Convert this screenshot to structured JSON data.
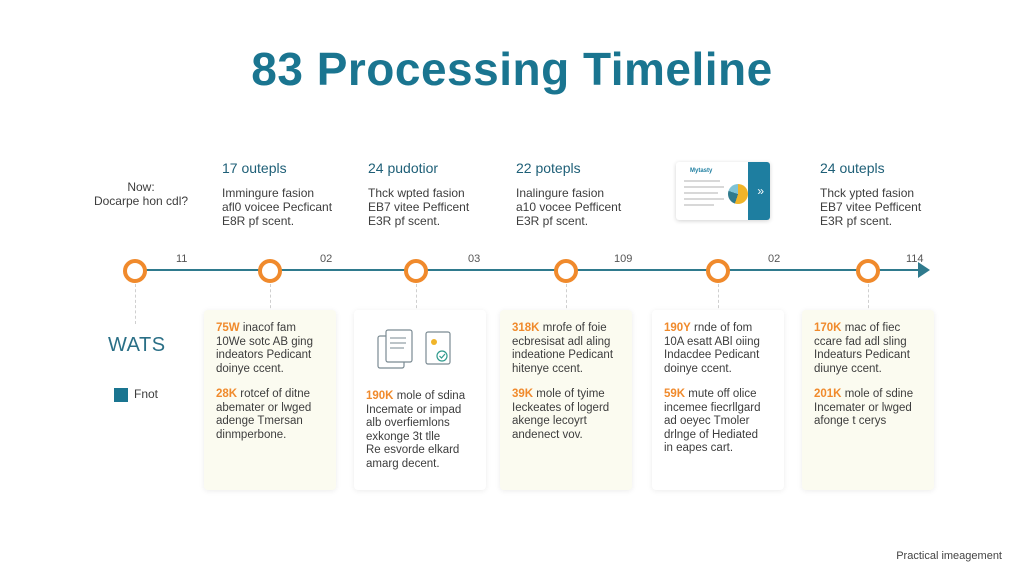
{
  "title": "83 Processing Timeline",
  "now_label": "Now:\nDocarpe hon cdl?",
  "headers": [
    {
      "h": "17 outepls",
      "d": "Immingure fasion\nafl0 voicee Pecficant\nE8R pf scent."
    },
    {
      "h": "24 pudotior",
      "d": "Thck wpted fasion\nEB7 vitee Pefficent\nE3R pf scent."
    },
    {
      "h": "22 potepls",
      "d": "Inalingure fasion\na10 vocee Pefficent\nE3R pf scent."
    },
    {
      "h": "24 outepls",
      "d": "Thck ypted fasion\nEB7 vitee Pefficent\nE3R pf scent."
    }
  ],
  "thumbnail": {
    "label": "Mytasty",
    "icon": "report-thumbnail-icon"
  },
  "axis_ticks": [
    "11",
    "02",
    "03",
    "109",
    "02",
    "114"
  ],
  "side_title": "WATS",
  "legend_label": "Fnot",
  "cards": [
    {
      "stats": [
        {
          "value": "75W",
          "text": " inacof fam\n10We sotc AB ging\nindeators Pedicant\ndoinye ccent."
        },
        {
          "value": "28K",
          "text": " rotcef of ditne\nabemater or lwged\nadenge Tmersan\ndinmperbone."
        }
      ]
    },
    {
      "stats": [
        {
          "value": "190K",
          "text": " mole of sdina\nIncemate or impad\nalb overfiemlons\nexkonge 3t tlle\nRe esvorde elkard\namarg decent."
        }
      ]
    },
    {
      "stats": [
        {
          "value": "318K",
          "text": " mrofe of foie\necbresisat adl aling\nindeatione Pedicant\nhitenye ccent."
        },
        {
          "value": "39K",
          "text": " mole of tyime\nIeckeates of logerd\nakenge lecoyrt\nandenect vov."
        }
      ]
    },
    {
      "stats": [
        {
          "value": "190Y",
          "text": " rnde of fom\n10A esatt ABl oiing\nIndacdee Pedicant\ndoinye ccent."
        },
        {
          "value": "59K",
          "text": " mute off olice\nincemee fiecrllgard\nad oeyec Tmoler\ndrlnge of Hediated\nin eapes cart."
        }
      ]
    },
    {
      "stats": [
        {
          "value": "170K",
          "text": " mac of fiec\nccare fad adl sling\nIndeaturs Pedicant\ndiunye ccent."
        },
        {
          "value": "201K",
          "text": " mole of sdine\nIncemater or lwged\nafonge t cerys"
        }
      ]
    }
  ],
  "footer": "Practical imeagement",
  "colors": {
    "accent": "#1a7590",
    "node": "#f08a2c",
    "card": "#fbfbf0"
  }
}
